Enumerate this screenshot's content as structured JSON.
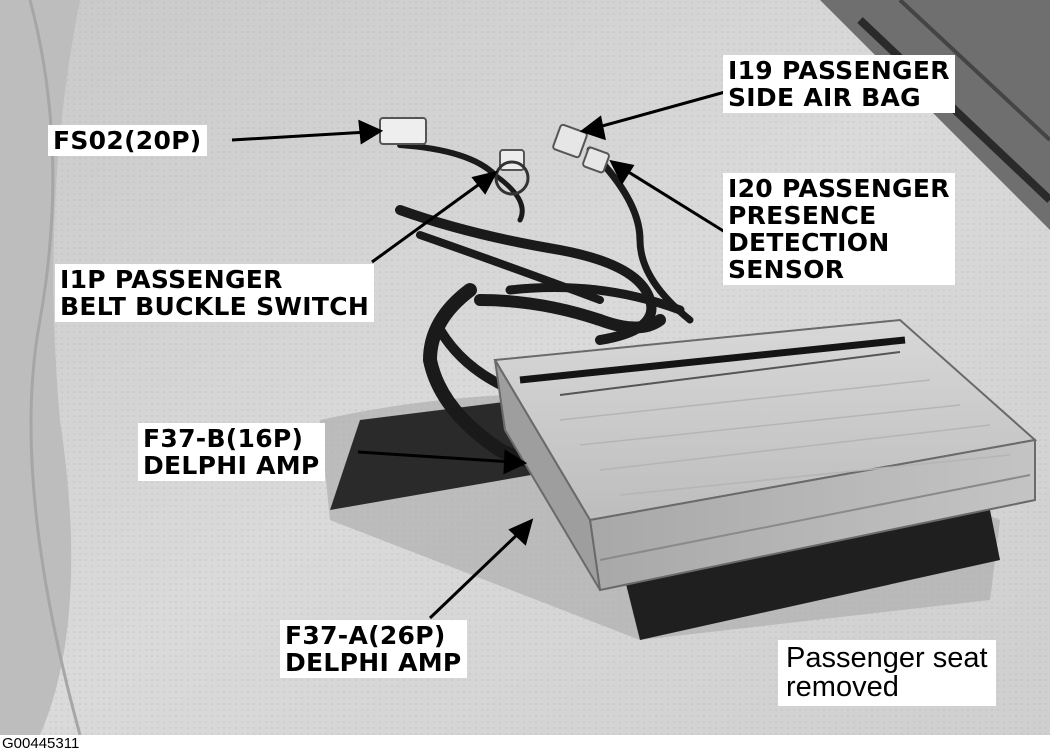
{
  "callouts": {
    "fs02": {
      "lines": [
        "FS02(20P)"
      ]
    },
    "i19": {
      "lines": [
        "I19 PASSENGER",
        "SIDE AIR BAG"
      ]
    },
    "i20": {
      "lines": [
        "I20 PASSENGER",
        "PRESENCE",
        "DETECTION",
        "SENSOR"
      ]
    },
    "i1p": {
      "lines": [
        "I1P PASSENGER",
        "BELT BUCKLE SWITCH"
      ]
    },
    "f37b": {
      "lines": [
        "F37-B(16P)",
        "DELPHI AMP"
      ]
    },
    "f37a": {
      "lines": [
        "F37-A(26P)",
        "DELPHI AMP"
      ]
    }
  },
  "note": {
    "lines": [
      "Passenger seat",
      "removed"
    ]
  },
  "figure_id": "G00445311"
}
